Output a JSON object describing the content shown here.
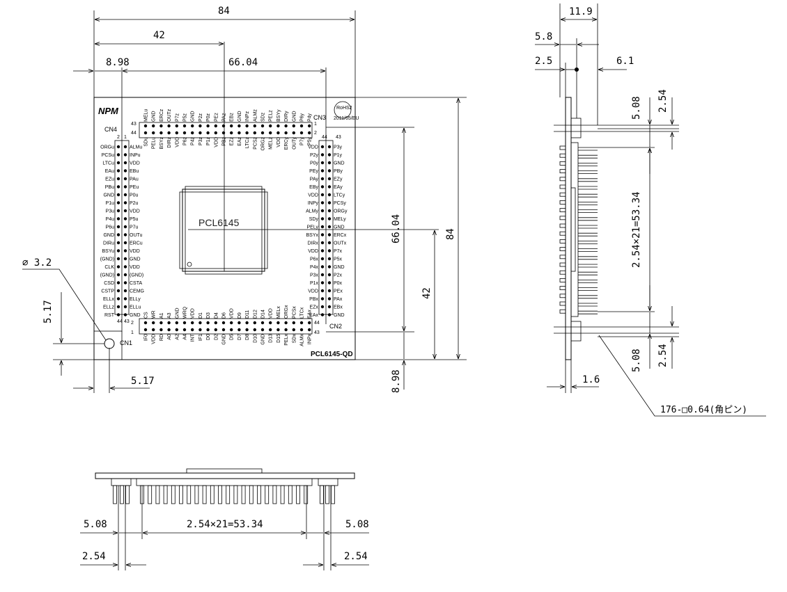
{
  "board": {
    "logo": "NPM",
    "chip_label": "PCL6145",
    "model_label": "PCL6145-QD",
    "rohs_label": "RoHS2",
    "rohs_sub": "2011/65/EU",
    "connectors": {
      "cn1": "CN1",
      "cn2": "CN2",
      "cn3": "CN3",
      "cn4": "CN4"
    },
    "pin_numbers": {
      "tl_43": "43",
      "tl_44": "44",
      "tr_1": "1",
      "tr_2": "2",
      "r_44": "44",
      "r_43": "43",
      "br_44": "44",
      "br_43": "43",
      "bl_1": "1",
      "bl_2": "2",
      "l_2": "2",
      "l_1": "1",
      "l_43": "43",
      "l_44": "44"
    }
  },
  "pins": {
    "left_outer": [
      "ORGu",
      "PCSu",
      "LTCu",
      "EAu",
      "EZu",
      "PBu",
      "GND",
      "P1u",
      "P3u",
      "P4u",
      "P6u",
      "GND",
      "DIRu",
      "BSYu",
      "(GND)",
      "CLK",
      "(GND)",
      "CSD",
      "CSTP",
      "ELLx",
      "ELLz",
      "RST"
    ],
    "left_inner": [
      "ALMu",
      "INPu",
      "VDD",
      "EBu",
      "PAu",
      "PEu",
      "P0u",
      "P2u",
      "VDD",
      "P5u",
      "P7u",
      "OUTu",
      "ERCu",
      "VDD",
      "GND",
      "VDD",
      "(GND)",
      "CSTA",
      "CEMG",
      "ELLy",
      "ELLu",
      "GND"
    ],
    "top_outer": [
      "MELu",
      "GND",
      "ERCz",
      "OUTz",
      "P7z",
      "P5z",
      "GND",
      "P2z",
      "P0z",
      "PEz",
      "PAz",
      "EBz",
      "GND",
      "INPz",
      "ALMz",
      "SDz",
      "PELz",
      "BSYy",
      "DIRy",
      "GND",
      "P6y",
      "P4y"
    ],
    "top_inner": [
      "SDu",
      "PELu",
      "BSYz",
      "DIRz",
      "VDD",
      "P6z",
      "P4z",
      "P3z",
      "P1z",
      "VDD",
      "PBz",
      "EZz",
      "EAz",
      "LTCz",
      "PCSz",
      "ORGz",
      "MELz",
      "VDD",
      "ERCy",
      "OUTy",
      "P7y",
      "P5y"
    ],
    "right_inner": [
      "VDD",
      "P2y",
      "P0y",
      "PEy",
      "PAy",
      "EBy",
      "VDD",
      "INPy",
      "ALMy",
      "SDy",
      "PELy",
      "BSYx",
      "DIRx",
      "VDD",
      "P6x",
      "P4x",
      "P3x",
      "P1x",
      "VDD",
      "PBx",
      "EZx",
      "EAx"
    ],
    "right_outer": [
      "P3y",
      "P1y",
      "GND",
      "PBy",
      "EZy",
      "EAy",
      "LTCy",
      "PCSy",
      "ORGy",
      "MELy",
      "GND",
      "ERCx",
      "OUTx",
      "P7x",
      "P5x",
      "GND",
      "P2x",
      "P0x",
      "PEx",
      "PAx",
      "EBx",
      "GND"
    ],
    "bottom_inner": [
      "CS",
      "WR",
      "A1",
      "A3",
      "GND",
      "WRQ",
      "VDD",
      "D1",
      "D3",
      "D4",
      "D6",
      "VDD",
      "D9",
      "D11",
      "D12",
      "D14",
      "VDD",
      "MELx",
      "ORGx",
      "PCSx",
      "LTCx",
      "EAx"
    ],
    "bottom_outer": [
      "IF0",
      "VDD",
      "RD",
      "A0",
      "A2",
      "A4",
      "INT",
      "IF1",
      "D0",
      "D2",
      "GND",
      "D5",
      "D7",
      "D8",
      "D10",
      "GND",
      "D13",
      "D15",
      "PELx",
      "SDx",
      "ALMx",
      "INPx"
    ]
  },
  "dimensions": {
    "top_width": "84",
    "top_half": "42",
    "top_offset": "8.98",
    "top_pitch": "66.04",
    "right_height": "84",
    "right_pitch": "66.04",
    "right_half": "42",
    "bottom_offset": "8.98",
    "hole_diameter": "∅ 3.2",
    "hole_y": "5.17",
    "hole_x": "5.17",
    "side_width": "11.9",
    "side_a": "5.8",
    "side_b": "2.5",
    "side_c": "6.1",
    "side_pin_top_a": "5.08",
    "side_pin_top_b": "2.54",
    "side_span": "2.54×21=53.34",
    "side_pin_bot_a": "5.08",
    "side_pin_bot_b": "2.54",
    "side_board": "1.6",
    "pin_note": "176-□0.64(角ピン)",
    "front_left_a": "5.08",
    "front_span": "2.54×21=53.34",
    "front_right_a": "5.08",
    "front_left_b": "2.54",
    "front_right_b": "2.54"
  }
}
